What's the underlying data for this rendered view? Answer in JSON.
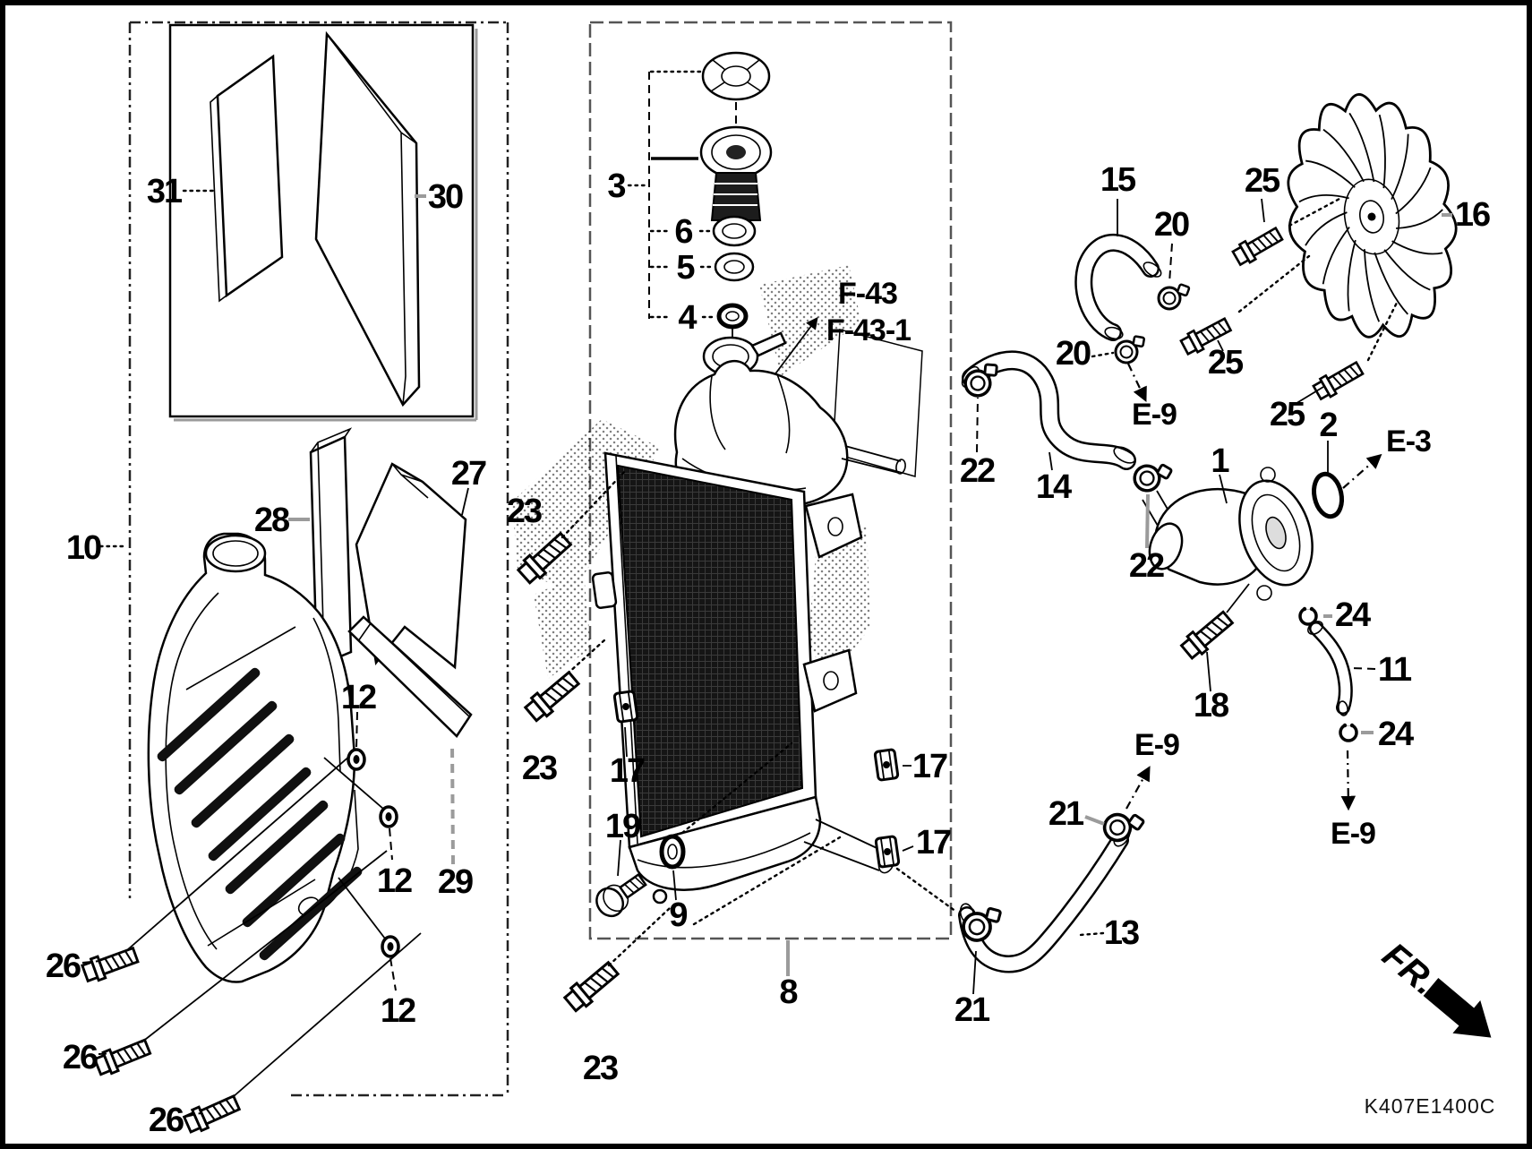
{
  "diagram": {
    "title_code": "K407E1400C",
    "direction_label": "FR.",
    "colors": {
      "ink": "#000000",
      "leader_gray": "#9b9b9b",
      "background": "#ffffff",
      "core_fill": "#151515"
    },
    "references": {
      "f43": "F-43",
      "f431": "F-43-1",
      "e3": "E-3",
      "e9a": "E-9",
      "e9b": "E-9",
      "e9c": "E-9"
    },
    "callouts": {
      "c10": "10",
      "c31": "31",
      "c30": "30",
      "c28": "28",
      "c27": "27",
      "c29": "29",
      "c12a": "12",
      "c12b": "12",
      "c12c": "12",
      "c26a": "26",
      "c26b": "26",
      "c26c": "26",
      "c3": "3",
      "c6": "6",
      "c5": "5",
      "c4": "4",
      "c23a": "23",
      "c23b": "23",
      "c23c": "23",
      "c17a": "17",
      "c17b": "17",
      "c17c": "17",
      "c19": "19",
      "c9": "9",
      "c8": "8",
      "c21a": "21",
      "c21b": "21",
      "c13": "13",
      "c15": "15",
      "c20a": "20",
      "c20b": "20",
      "c14": "14",
      "c22a": "22",
      "c22b": "22",
      "c1": "1",
      "c2": "2",
      "c16": "16",
      "c18": "18",
      "c11": "11",
      "c24a": "24",
      "c24b": "24",
      "c25a": "25",
      "c25b": "25",
      "c25c": "25"
    }
  }
}
